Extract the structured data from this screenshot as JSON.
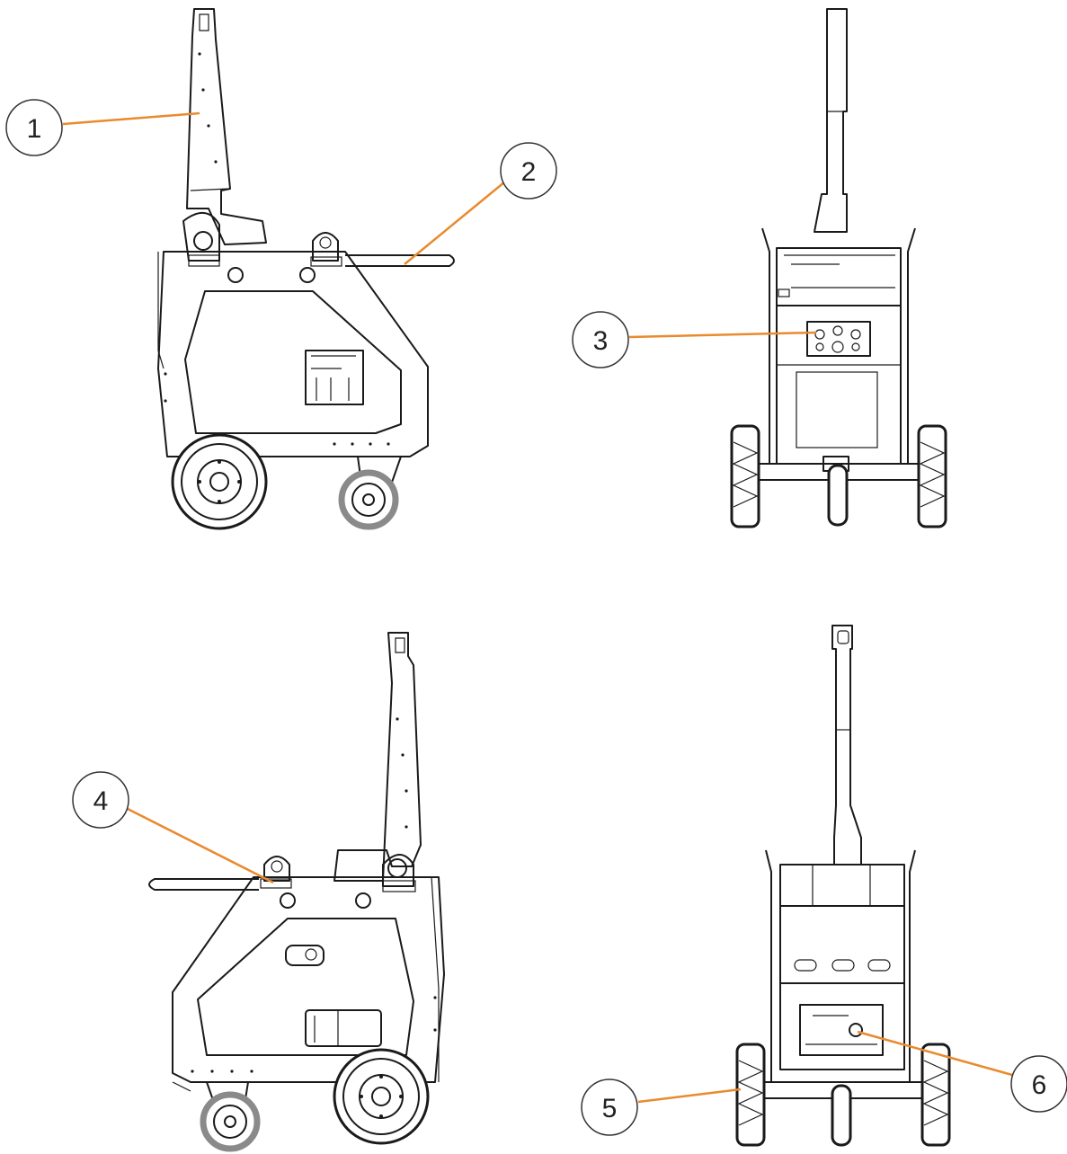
{
  "colors": {
    "leader": "#e98a2e",
    "outline": "#1a1a1a",
    "callout_stroke": "#333333",
    "background": "#ffffff"
  },
  "callouts": [
    {
      "label": "1"
    },
    {
      "label": "2"
    },
    {
      "label": "3"
    },
    {
      "label": "4"
    },
    {
      "label": "5"
    },
    {
      "label": "6"
    }
  ]
}
